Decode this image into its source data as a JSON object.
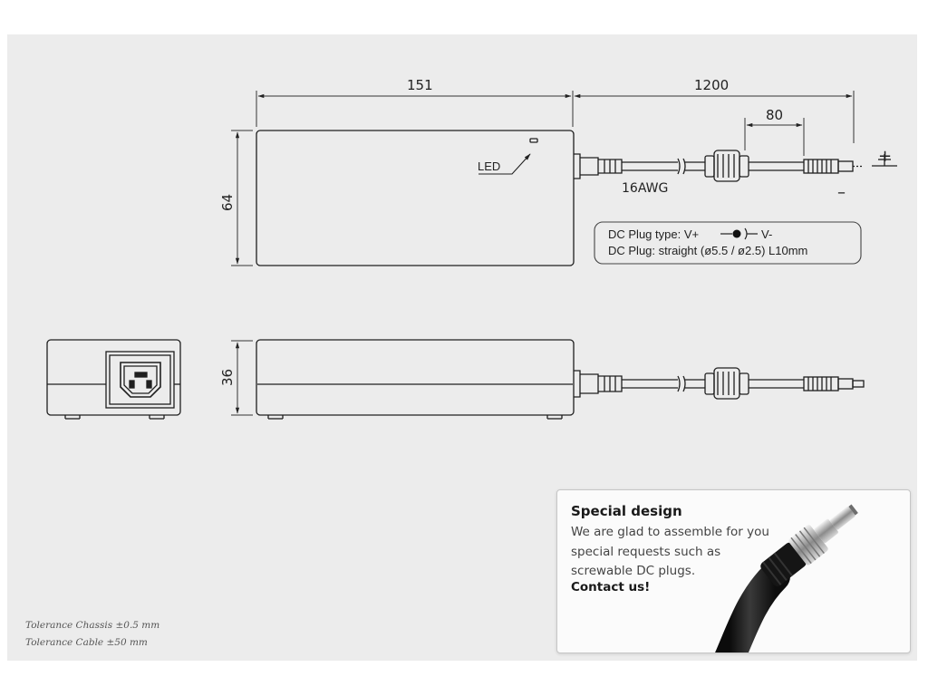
{
  "dimensions": {
    "chassis_length": "151",
    "cable_length": "1200",
    "plug_length": "80",
    "chassis_width": "64",
    "chassis_height": "36"
  },
  "labels": {
    "led": "LED",
    "wire_gauge": "16AWG",
    "polarity_plus": "+",
    "polarity_minus": "–"
  },
  "spec_box": {
    "plug_type_prefix": "DC Plug type: V+",
    "plug_type_suffix": "V-",
    "plug_detail": "DC Plug: straight (ø5.5 / ø2.5) L10mm"
  },
  "special_design": {
    "title": "Special design",
    "lines": [
      "We are glad to assemble for you",
      "special requests such as",
      "screwable DC plugs."
    ],
    "cta": "Contact us!"
  },
  "tolerances": [
    "Tolerance Chassis ±0.5 mm",
    "Tolerance Cable ±50 mm"
  ],
  "colors": {
    "background": "#ececec",
    "line": "#1f1f1f",
    "card": "#fbfbfb"
  }
}
